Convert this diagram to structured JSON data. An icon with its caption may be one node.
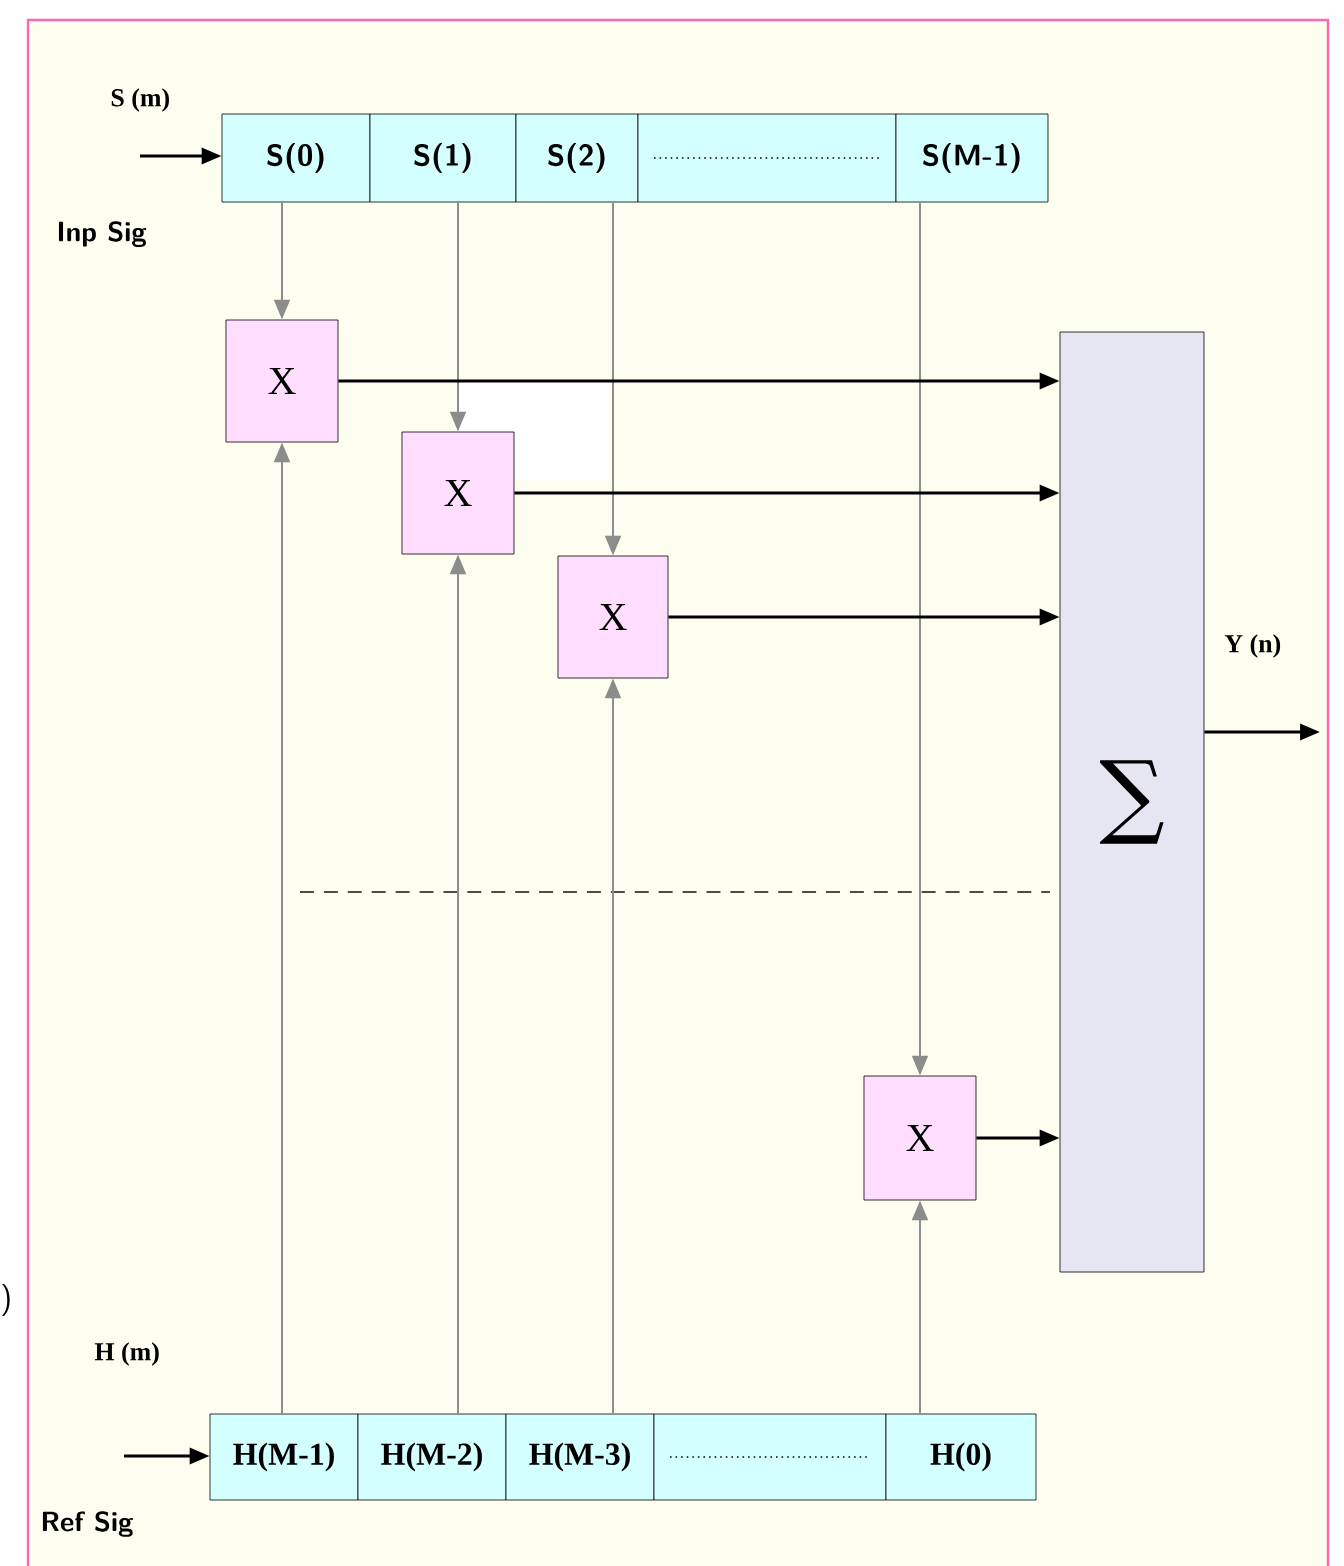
{
  "diagram": {
    "nodes": [
      {
        "text": [
          "S(0)"
        ]
      },
      {
        "text": [
          "S(1)"
        ]
      },
      {
        "text": [
          "S(2)"
        ]
      },
      {
        "text": [],
        "shape": "box"
      },
      {
        "text": [
          "S(M-1)"
        ]
      },
      {
        "text": [
          "X"
        ]
      },
      {
        "text": [
          "X"
        ]
      },
      {
        "text": [
          "X"
        ]
      },
      {
        "text": [
          "∑"
        ]
      },
      {
        "text": [
          "X"
        ]
      },
      {
        "text": [
          "H(M-1)"
        ]
      },
      {
        "text": [
          "H(M-2)"
        ]
      },
      {
        "text": [
          "H(M-3)"
        ]
      },
      {
        "text": [],
        "shape": "box"
      },
      {
        "text": [
          "H(0)"
        ]
      }
    ],
    "edges": [
      {
        "from": null,
        "to": 0,
        "arrow": "to",
        "color": "#000000"
      },
      {
        "from": null,
        "to": 10,
        "arrow": "to",
        "color": "#000000"
      },
      {
        "from": 0,
        "to": 5,
        "arrow": "to",
        "color": "#8c8c8c"
      },
      {
        "from": 1,
        "to": 6,
        "arrow": "to",
        "color": "#8c8c8c"
      },
      {
        "from": 2,
        "to": 7,
        "arrow": "to",
        "color": "#8c8c8c"
      },
      {
        "from": 4,
        "to": 9,
        "arrow": "to",
        "color": "#8c8c8c"
      },
      {
        "from": 10,
        "to": 5,
        "arrow": "to",
        "color": "#8c8c8c"
      },
      {
        "from": 11,
        "to": 6,
        "arrow": "to",
        "color": "#8c8c8c"
      },
      {
        "from": 12,
        "to": 7,
        "arrow": "to",
        "color": "#8c8c8c"
      },
      {
        "from": 14,
        "to": 9,
        "arrow": "to",
        "color": "#8c8c8c"
      },
      {
        "from": 5,
        "to": 8,
        "arrow": "to",
        "color": "#000000"
      },
      {
        "from": 6,
        "to": 8,
        "arrow": "to",
        "color": "#000000"
      },
      {
        "from": 7,
        "to": 8,
        "arrow": "to",
        "color": "#000000"
      },
      {
        "from": 9,
        "to": 8,
        "arrow": "to",
        "color": "#000000"
      },
      {
        "from": 8,
        "to": null,
        "arrow": "to",
        "color": "#000000"
      }
    ],
    "labels": [
      "S (m)",
      "Inp Sig",
      "Y (n)",
      ")",
      "H (m)",
      "Ref Sig"
    ]
  }
}
